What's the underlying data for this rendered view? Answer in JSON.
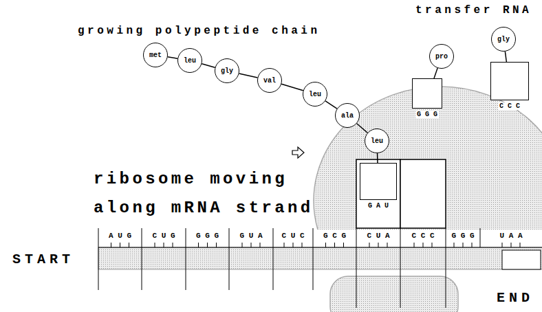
{
  "diagram": {
    "nodes": [
      {
        "text": [
          "met"
        ]
      },
      {
        "text": [
          "leu"
        ]
      },
      {
        "text": [
          "gly"
        ]
      },
      {
        "text": [
          "val"
        ]
      },
      {
        "text": [
          "leu"
        ]
      },
      {
        "text": [
          "ala"
        ]
      },
      {
        "text": [
          "gly"
        ]
      },
      {
        "text": [
          "pro"
        ]
      },
      {
        "text": [
          "G G G"
        ]
      },
      {
        "text": [
          "C C C"
        ]
      },
      {
        "text": [
          "leu"
        ]
      },
      {
        "text": [
          "G A U"
        ]
      }
    ],
    "edges": [
      {
        "from": 0,
        "to": 1,
        "arrow": "none"
      },
      {
        "from": 1,
        "to": 2,
        "arrow": "none"
      },
      {
        "from": 2,
        "to": 3,
        "arrow": "none"
      },
      {
        "from": 3,
        "to": 4,
        "arrow": "none"
      },
      {
        "from": 4,
        "to": 5,
        "arrow": "none"
      },
      {
        "from": 5,
        "to": 10,
        "arrow": "none"
      },
      {
        "from": 6,
        "to": 9,
        "arrow": "none"
      },
      {
        "from": 7,
        "to": 8,
        "arrow": "none"
      },
      {
        "from": 10,
        "to": 11,
        "arrow": "none"
      }
    ],
    "labels": [
      "growing polypeptide chain",
      "transfer RNA",
      "ribosome moving along mRNA strand",
      "A U G",
      "C U G",
      "G G G",
      "G U A",
      "C U C",
      "G C G",
      "C U A",
      "C C C",
      "G G G",
      "U A A",
      "START",
      "END"
    ]
  }
}
